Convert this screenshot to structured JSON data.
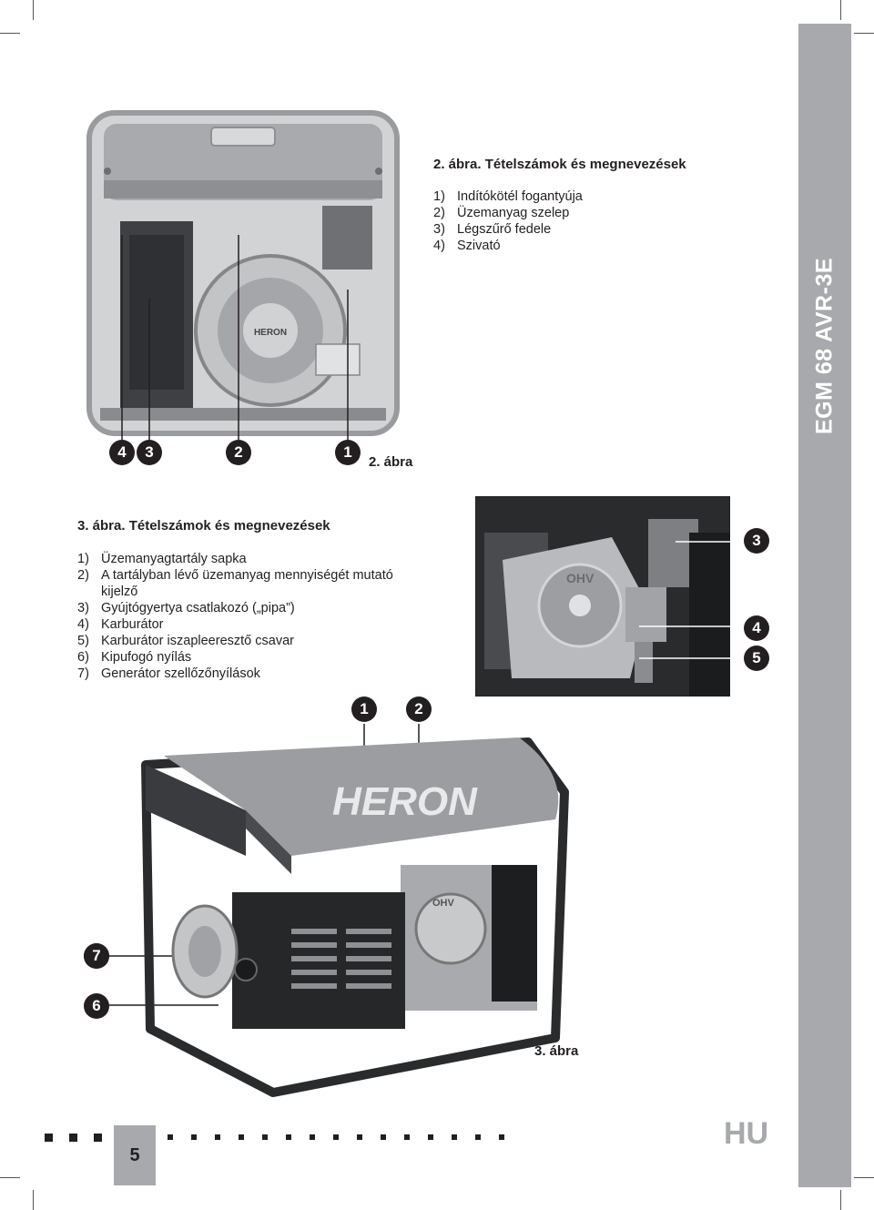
{
  "sidebar": {
    "model": "EGM 68 AVR-3E"
  },
  "figure2": {
    "title": "2. ábra. Tételszámok és megnevezések",
    "items": [
      {
        "num": "1)",
        "text": "Indítókötél fogantyúja"
      },
      {
        "num": "2)",
        "text": "Üzemanyag szelep"
      },
      {
        "num": "3)",
        "text": "Légszűrő fedele"
      },
      {
        "num": "4)",
        "text": "Szivató"
      }
    ],
    "callouts": [
      "4",
      "3",
      "2",
      "1"
    ],
    "label": "2. ábra",
    "plate_brand": "HERON"
  },
  "figure3": {
    "title": "3. ábra. Tételszámok és megnevezések",
    "items": [
      {
        "num": "1)",
        "text": "Üzemanyagtartály sapka"
      },
      {
        "num": "2)",
        "text": "A tartályban lévő üzemanyag mennyiségét mutató kijelző"
      },
      {
        "num": "3)",
        "text": "Gyújtógyertya csatlakozó („pipa”)"
      },
      {
        "num": "4)",
        "text": "Karburátor"
      },
      {
        "num": "5)",
        "text": "Karburátor iszapleeresztő csavar"
      },
      {
        "num": "6)",
        "text": "Kipufogó nyílás"
      },
      {
        "num": "7)",
        "text": "Generátor szellőzőnyílások"
      }
    ],
    "callouts_detail": [
      "3",
      "4",
      "5"
    ],
    "callouts_main_top": [
      "1",
      "2"
    ],
    "callouts_main_left": [
      "7",
      "6"
    ],
    "label": "3. ábra",
    "brand": "HERON",
    "engine_cover": "OHV"
  },
  "footer": {
    "page_number": "5",
    "language": "HU"
  }
}
